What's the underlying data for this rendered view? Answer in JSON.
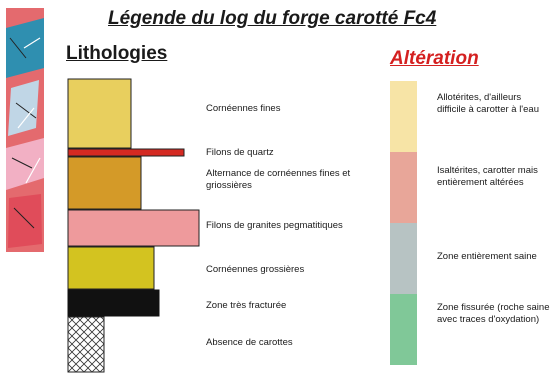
{
  "title": "Légende du log du forge carotté Fc4",
  "lithologies": {
    "heading": "Lithologies",
    "items": [
      {
        "label": "Cornéennes fines",
        "color": "#e8cf5e",
        "pattern": "solid"
      },
      {
        "label": "Filons de quartz",
        "color": "#d42a22",
        "pattern": "solid"
      },
      {
        "label": "Alternance de cornéennes fines et griossières",
        "color": "#d49a28",
        "pattern": "solid"
      },
      {
        "label": "Filons de granites pegmatitiques",
        "color": "#ee9a9c",
        "pattern": "solid"
      },
      {
        "label": "Cornéennes grossières",
        "color": "#d3c320",
        "pattern": "solid"
      },
      {
        "label": "Zone très fracturée",
        "color": "#111111",
        "pattern": "solid"
      },
      {
        "label": "Absence de carottes",
        "color": "#ffffff",
        "pattern": "crosshatch"
      }
    ]
  },
  "alteration": {
    "heading": "Altération",
    "items": [
      {
        "label": "Allotérites, d'ailleurs difficile à carotter à l'eau",
        "color": "#f7e4a6"
      },
      {
        "label": "Isaltérites, carotter mais entièrement altérées",
        "color": "#e8a699"
      },
      {
        "label": "Zone entièrement saine",
        "color": "#b7c3c3"
      },
      {
        "label": "Zone fissurée (roche saine avec traces d'oxydation)",
        "color": "#80c898"
      }
    ]
  },
  "thumbnail": {
    "name": "log-thumbnail-image"
  }
}
